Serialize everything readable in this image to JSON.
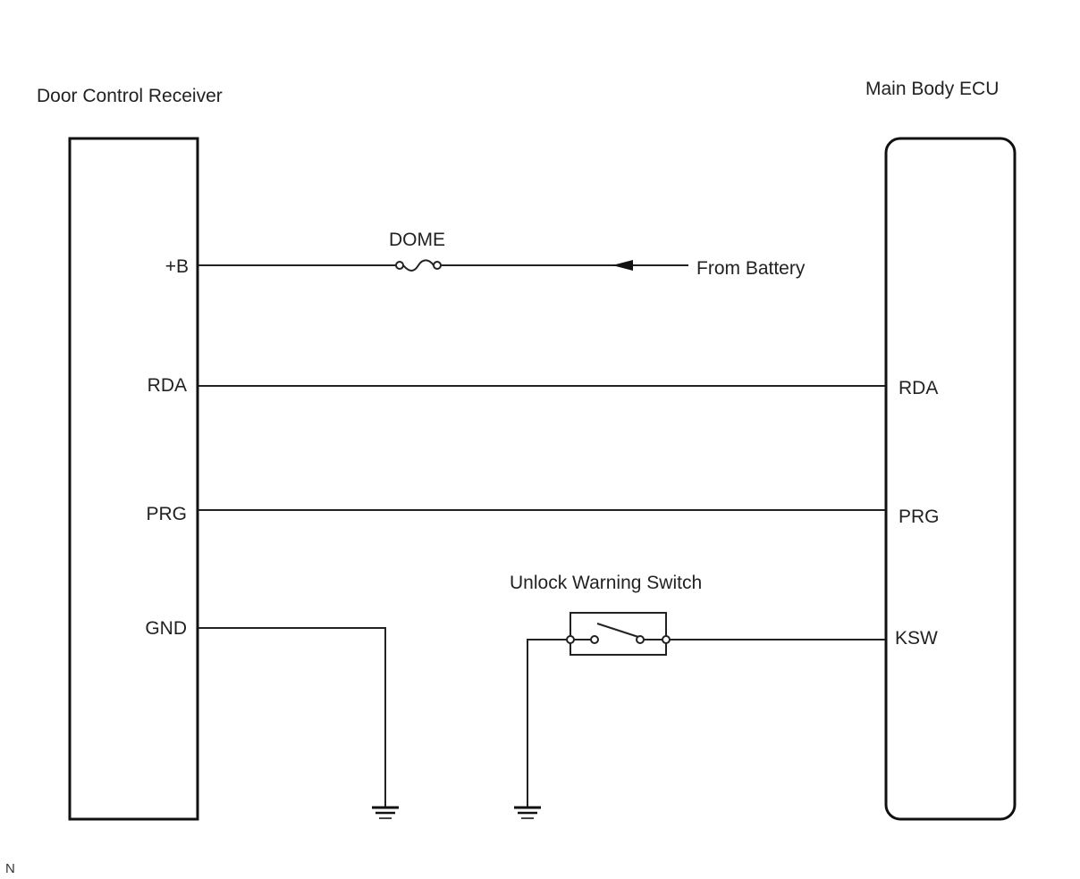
{
  "components": {
    "left": {
      "title": "Door Control Receiver",
      "pins": [
        "+B",
        "RDA",
        "PRG",
        "GND"
      ]
    },
    "right": {
      "title": "Main Body ECU",
      "pins": [
        "RDA",
        "PRG",
        "KSW"
      ]
    }
  },
  "fuse": {
    "label": "DOME"
  },
  "battery": {
    "label": "From Battery"
  },
  "switch": {
    "label": "Unlock Warning Switch"
  },
  "footer": {
    "code": "N"
  }
}
